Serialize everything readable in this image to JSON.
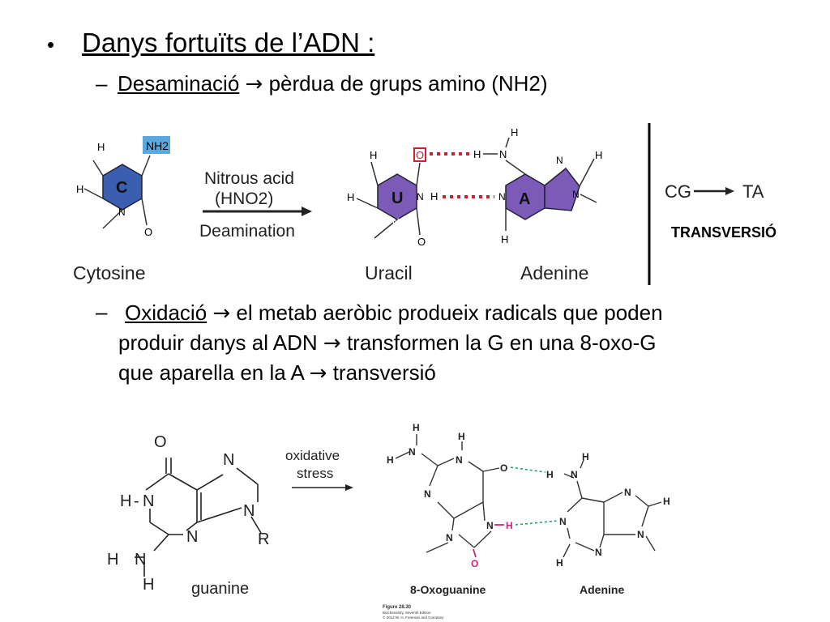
{
  "bullet1": {
    "title": "Danys fortuïts de l’ADN :",
    "sub1": {
      "term": "Desaminació",
      "arrow": "→",
      "text": "pèrdua de grups amino (NH2)"
    },
    "sub2": {
      "term": "Oxidació",
      "line1": "el metab aeròbic produeix radicals  que poden",
      "line2a": "produir danys al ADN",
      "line2b": "transformen la G en una 8-oxo-G",
      "line3a": "que aparella en la A",
      "line3b": "transversió"
    }
  },
  "fig1": {
    "cytosine_label": "Cytosine",
    "uracil_label": "Uracil",
    "adenine_label": "Adenine",
    "reagent_line1": "Nitrous acid",
    "reagent_line2": "(HNO2)",
    "reaction_label": "Deamination",
    "ring_c": "C",
    "ring_u": "U",
    "ring_a": "A",
    "nh2": "NH2",
    "atom_h": "H",
    "atom_n": "N",
    "atom_o": "O"
  },
  "transition": {
    "from": "CG",
    "to": "TA",
    "label": "TRANSVERSIÓ"
  },
  "fig2": {
    "oxidative_line1": "oxidative",
    "oxidative_line2": "stress",
    "guanine_label": "guanine",
    "oxoguanine_label": "8-Oxoguanine",
    "adenine_label": "Adenine",
    "atom_r": "R",
    "caption_line1": "Figure 28.30",
    "caption_line2": "Biochemistry, Seventh Edition",
    "caption_line3": "© 2012 W. H. Freeman and Company"
  },
  "colors": {
    "ring_blue": "#3b5fb0",
    "ring_purple": "#7b5bb7",
    "highlight_blue": "#5aa8e0",
    "bond_red": "#cc1f2f",
    "hbond_green": "#2a9d6a",
    "magenta": "#d0227a"
  }
}
